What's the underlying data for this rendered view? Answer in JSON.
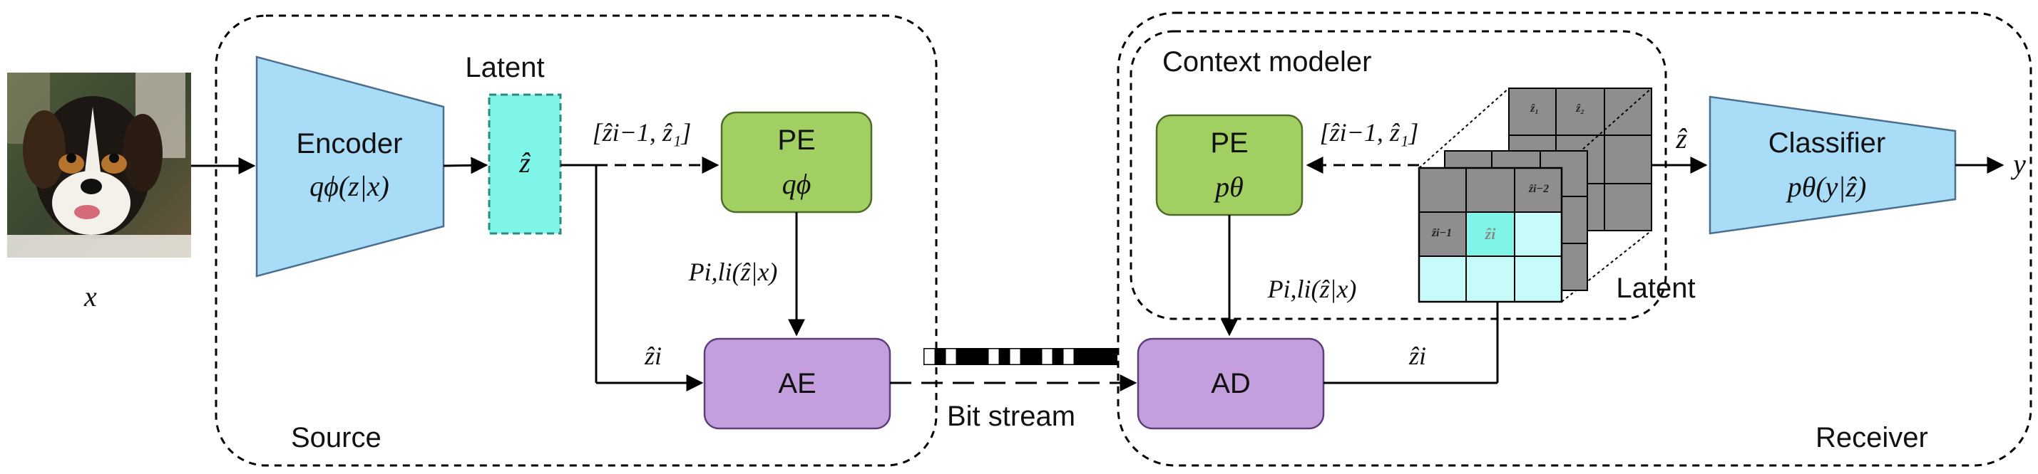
{
  "input": {
    "symbol": "x"
  },
  "source": {
    "region_label": "Source",
    "encoder": {
      "title": "Encoder",
      "formula": "qϕ(z|x)"
    },
    "latent_title": "Latent",
    "latent_symbol": "ẑ",
    "context_arrow_label": "[ẑi−1, ẑ₁]",
    "pe": {
      "title": "PE",
      "formula": "qϕ"
    },
    "prob_label": "Pi,li(ẑ|x)",
    "zi_label": "ẑi",
    "ae": {
      "title": "AE"
    }
  },
  "channel": {
    "label": "Bit stream",
    "bits": [
      0,
      1,
      0,
      1,
      1,
      1,
      0,
      1,
      0,
      1,
      1,
      0,
      1,
      0,
      1,
      1,
      1,
      1
    ]
  },
  "receiver": {
    "region_label": "Receiver",
    "context_modeler_label": "Context modeler",
    "pe": {
      "title": "PE",
      "formula": "pθ"
    },
    "context_arrow_label": "[ẑi−1, ẑ₁]",
    "prob_label": "Pi,li(ẑ|x)",
    "ad": {
      "title": "AD"
    },
    "zi_label": "ẑi",
    "latent_label": "Latent",
    "grid_back_labels": [
      "ẑ₁",
      "ẑ₂"
    ],
    "grid_front_top_label": "ẑi−2",
    "grid_front_mid_label": "ẑi−1",
    "grid_front_current_label": "ẑi",
    "zhat_label": "ẑ",
    "classifier": {
      "title": "Classifier",
      "formula": "pθ(y|ẑ)"
    }
  },
  "output": {
    "symbol": "y"
  },
  "colors": {
    "trapezoid_fill": "#a8dcf7",
    "latent_fill": "#7ff5e8",
    "pe_fill": "#a2cf62",
    "codec_fill": "#c49fdd",
    "grid_gray": "#8e8e8e",
    "grid_cyan": "#c7fbf9"
  },
  "image_alt": "dog photo"
}
